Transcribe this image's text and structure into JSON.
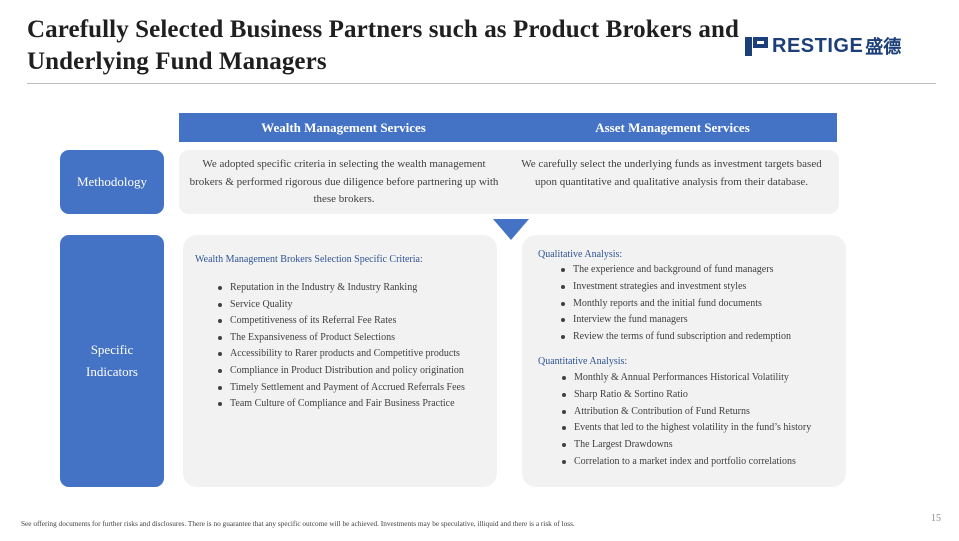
{
  "title": "Carefully Selected Business Partners such as Product Brokers and Underlying Fund Managers",
  "logo": {
    "text": "RESTIGE",
    "cn": "盛德",
    "color": "#1c3f7a"
  },
  "header": {
    "col1": "Wealth Management Services",
    "col2": "Asset Management Services",
    "color": "#4472c4"
  },
  "methodology": {
    "label": "Methodology",
    "wealth": "We adopted specific criteria in selecting the wealth management brokers & performed rigorous due diligence before partnering up with these brokers.",
    "asset": "We carefully select the underlying funds as investment targets based upon quantitative and qualitative analysis from their database."
  },
  "indicators": {
    "label_line1": "Specific",
    "label_line2": "Indicators",
    "wealth": {
      "heading": "Wealth Management Brokers Selection Specific Criteria:",
      "items": [
        "Reputation in the Industry & Industry Ranking",
        "Service Quality",
        "Competitiveness of its Referral Fee Rates",
        "The Expansiveness of Product Selections",
        "Accessibility to Rarer products and Competitive products",
        "Compliance in Product Distribution and policy origination",
        "Timely Settlement and Payment of Accrued Referrals Fees",
        "Team Culture of Compliance and Fair Business Practice"
      ]
    },
    "asset": {
      "qualitative_heading": "Qualitative Analysis:",
      "qualitative_items": [
        "The experience and background of fund managers",
        "Investment strategies and investment styles",
        "Monthly reports and the initial fund documents",
        "Interview the fund managers",
        "Review the terms of fund subscription and redemption"
      ],
      "quantitative_heading": "Quantitative Analysis:",
      "quantitative_items": [
        "Monthly & Annual Performances Historical Volatility",
        "Sharp Ratio & Sortino Ratio",
        "Attribution & Contribution of Fund Returns",
        "Events that led to the highest volatility in the fund’s history",
        "The Largest Drawdowns",
        "Correlation to a market index and portfolio correlations"
      ]
    }
  },
  "footnote": "See offering documents for further risks and disclosures. There is no guarantee that any specific outcome will be achieved. Investments may be speculative, illiquid and there is a risk of loss.",
  "page_number": "15"
}
